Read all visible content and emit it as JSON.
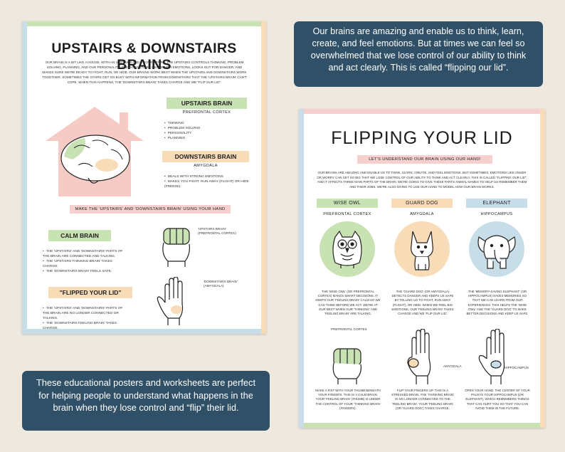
{
  "colors": {
    "background": "#efe8df",
    "callout": "#2f5066",
    "pink": "#f6cfcf",
    "green": "#c9e2b4",
    "orange": "#f8dcb8",
    "blue": "#c7dde8",
    "house": "#f6cbc6"
  },
  "callout_top": "Our brains are amazing and enable us to think, learn, create, and feel emotions. But at times we can feel so overwhelmed that we lose control of our ability to think and act clearly. This is called “flipping our lid”.",
  "callout_bottom": "These educational posters and worksheets are perfect for helping people to understand what happens in the brain when they lose control and “flip” their lid.",
  "left_poster": {
    "title": "UPSTAIRS & DOWNSTAIRS BRAINS",
    "intro": "Our brain is a bit like a house, with an upstairs and a downstairs. The upstairs controls thinking, problem solving, planning, and our personality. The downstairs deals with emotions, looks out for danger, and makes sure we're ready to fight, run, or hide. Our brains work best when the upstairs and downstairs work together. Sometimes the stairs get so busy with information from downstairs that the 'upstairs brain' can't cope. When this happens, the 'downstairs brain' takes charge and we \"flip our lid\".",
    "upstairs_title": "UPSTAIRS BRAIN",
    "upstairs_sub": "PREFRONTAL CORTEX",
    "upstairs_list": [
      "Thinking",
      "Problem solving",
      "Personality",
      "Planning"
    ],
    "downstairs_title": "DOWNSTAIRS BRAIN",
    "downstairs_sub": "AMYGDALA",
    "downstairs_list": [
      "Deals with strong emotions",
      "Makes you fight, run away (flight) or hide (freeze)."
    ],
    "hand_banner": "MAKE THE 'UPSTAIRS' AND 'DOWNSTAIRS BRAIN' USING YOUR HAND",
    "calm_title": "CALM BRAIN",
    "calm_list": [
      "The 'upstairs' and 'downstairs' parts of the brain are connected and talking.",
      "The 'upstairs thinking brain' takes charge.",
      "The 'downstairs brain' feels safe."
    ],
    "flipped_title": "\"FLIPPED YOUR LID\"",
    "flipped_list": [
      "The 'upstairs' and 'downstairs' parts of the brain are no longer connected or talking.",
      "The 'downstairs feeling brain' takes charge."
    ],
    "fist_label": "'Upstairs brain' (prefrontal cortex)",
    "open_label": "'Downstairs brain' (amygdala)"
  },
  "right_poster": {
    "title": "FLIPPING YOUR LID",
    "banner": "LET'S UNDERSTAND OUR BRAIN USING OUR HAND!",
    "intro": "Our brains are amazing and enable us to think, learn, create, and feel emotions. But sometimes, emotions like anger or worry can get so big that we lose control of our ability to think and act clearly. This is called \"flipping our lid\", and it affects three main parts of the brain. We're going to give these parts animal names to help us remember them and their jobs. We're also going to use our hand to model how our brain works.",
    "columns": [
      {
        "name": "WISE OWL",
        "sub": "PREFRONTAL CORTEX",
        "text": "The 'wise owl' (or prefrontal cortex) makes smart decisions. It keeps our 'feeling brain' calm so we can think before we act. We're at our best when our 'thinking' and 'feeling brain' are talking.",
        "hand_label": "PREFRONTAL CORTEX",
        "hand_text": "Make a fist with your thumb beneath your fingers. This is a calm brain. Your 'feeling brain' (thumb) is under the control of your 'thinking brain' (fingers)."
      },
      {
        "name": "GUARD DOG",
        "sub": "AMYGDALA",
        "text": "The 'guard dog' (or amygdala) detects danger and keeps us safe by telling us to fight, run away (flight), or hide. When we feel big emotions, our 'feeling brain' takes charge and we 'flip our lid'.",
        "hand_label": "AMYGDALA",
        "hand_text": "Flip your fingers up. This is a stressed brain. The 'thinking brain' is no longer connected to the 'feeling brain'. Your 'feeling brain' (or 'guard dog') takes charge."
      },
      {
        "name": "ELEPHANT",
        "sub": "HIPPOCAMPUS",
        "text": "The 'memory-saving elephant' (or hippocampus) saves memories so that we can learn from our experiences. This helps the 'wise owl' and the 'guard dog' to make better decisions and keep us safe.",
        "hand_label": "HIPPOCAMPUS",
        "hand_text": "Open your hand. The center of your palm is your hippocampus (or elephant), which remembers things that can hurt you so that you can avoid them in the future."
      }
    ]
  }
}
